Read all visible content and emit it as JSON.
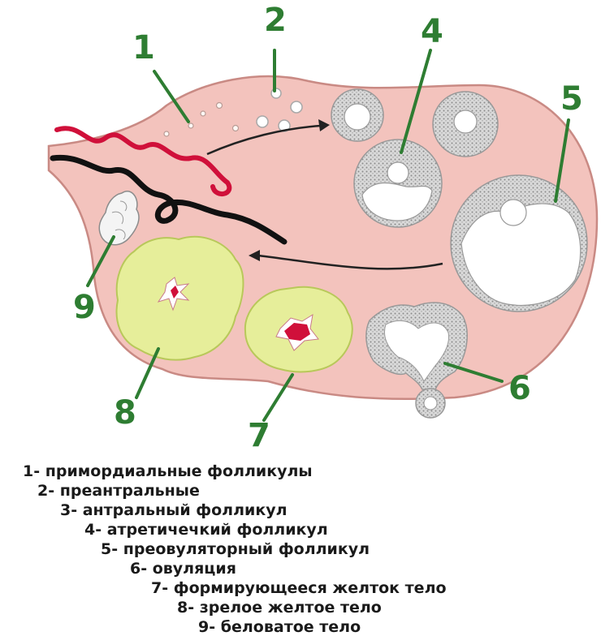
{
  "diagram": {
    "markers": [
      {
        "id": "1",
        "label": "1"
      },
      {
        "id": "2",
        "label": "2"
      },
      {
        "id": "3",
        "label": "4"
      },
      {
        "id": "4",
        "label": "5"
      },
      {
        "id": "5",
        "label": "6"
      },
      {
        "id": "6",
        "label": "7"
      },
      {
        "id": "7",
        "label": "8"
      },
      {
        "id": "8",
        "label": "9"
      }
    ],
    "colors": {
      "ovary": "#f3c3bd",
      "ovary_outline": "#c98a84",
      "marker_green": "#2e7d32",
      "corpus_luteum": "#e6ee9a",
      "blood": "#d0103a",
      "follicle_wall": "#b8b8b8"
    }
  },
  "legend": {
    "items": [
      "1- примордиальные фолликулы",
      "2- преантральные",
      "3- антральный фолликул",
      "4- атретичечкий фолликул",
      "5- преовуляторный фолликул",
      "6- овуляция",
      "7- формирующееся желток тело",
      "8- зрелое желтое тело",
      "9- беловатое тело"
    ]
  }
}
